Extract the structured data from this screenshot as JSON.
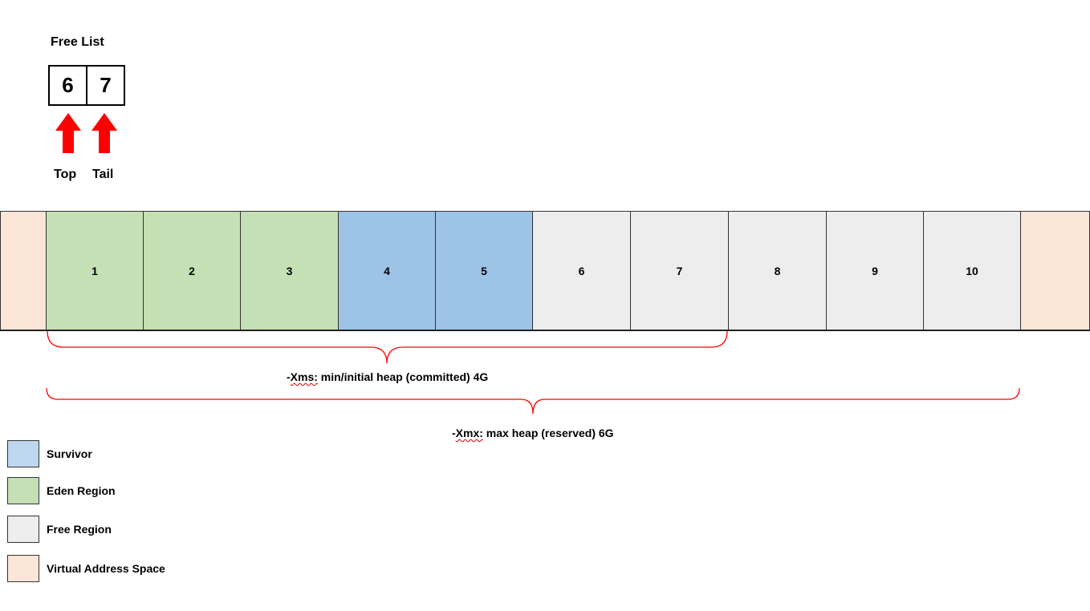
{
  "free_list": {
    "title": "Free List",
    "cells": [
      "6",
      "7"
    ],
    "pointers": [
      "Top",
      "Tail"
    ],
    "arrow_color": "#ff0000"
  },
  "heap": {
    "virtual_color": "#fbe5d6",
    "regions": [
      {
        "label": "1",
        "type": "eden",
        "color": "#c5e0b4"
      },
      {
        "label": "2",
        "type": "eden",
        "color": "#c5e0b4"
      },
      {
        "label": "3",
        "type": "eden",
        "color": "#c5e0b4"
      },
      {
        "label": "4",
        "type": "survivor",
        "color": "#9dc3e6"
      },
      {
        "label": "5",
        "type": "survivor",
        "color": "#9dc3e6"
      },
      {
        "label": "6",
        "type": "free",
        "color": "#ededed"
      },
      {
        "label": "7",
        "type": "free",
        "color": "#ededed"
      },
      {
        "label": "8",
        "type": "free",
        "color": "#ededed"
      },
      {
        "label": "9",
        "type": "free",
        "color": "#ededed"
      },
      {
        "label": "10",
        "type": "free",
        "color": "#ededed"
      }
    ]
  },
  "braces": {
    "color": "#ff0000",
    "xms": {
      "prefix": "-",
      "flag": "Xms:",
      "rest": " min/initial heap (committed) 4G"
    },
    "xmx": {
      "prefix": "-",
      "flag": "Xmx:",
      "rest": " max heap (reserved) 6G"
    }
  },
  "legend": [
    {
      "label": "Survivor",
      "color": "#bdd7ee"
    },
    {
      "label": "Eden Region",
      "color": "#c5e0b4"
    },
    {
      "label": "Free Region",
      "color": "#ededed"
    },
    {
      "label": "Virtual Address Space",
      "color": "#fbe5d6"
    }
  ]
}
